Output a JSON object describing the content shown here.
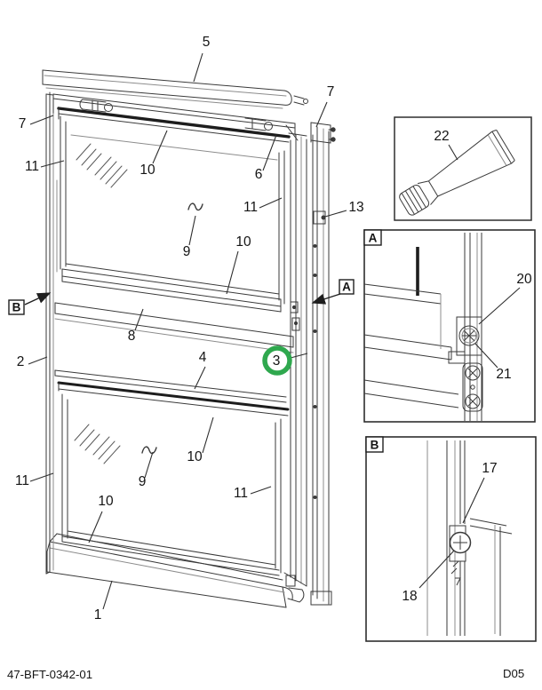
{
  "page": {
    "footer": {
      "part_number": "47-BFT-0342-01",
      "page_code": "D05"
    }
  },
  "callouts": {
    "n1": "1",
    "n2": "2",
    "n3": "3",
    "n4": "4",
    "n5": "5",
    "n6": "6",
    "n7": "7",
    "n8": "8",
    "n9": "9",
    "n10": "10",
    "n11": "11",
    "n13": "13",
    "n17": "17",
    "n18": "18",
    "n20": "20",
    "n21": "21",
    "n22": "22"
  },
  "detail_views": {
    "a_label": "A",
    "b_label": "B"
  },
  "highlight": {
    "selected_callout": "3",
    "circle_color": "#2fa84e"
  }
}
